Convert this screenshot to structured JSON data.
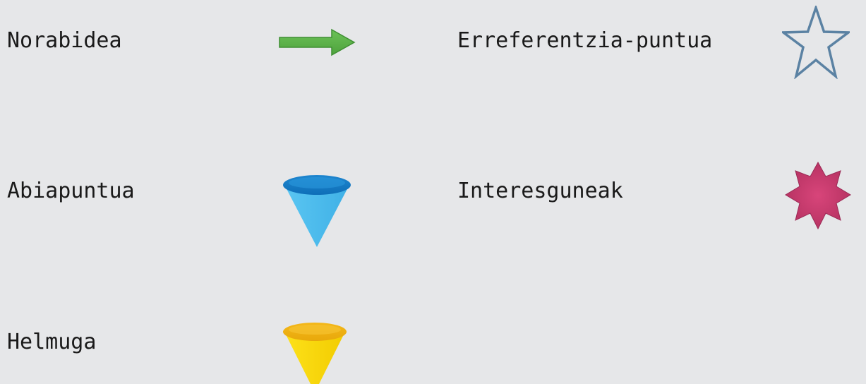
{
  "legend": {
    "direction": {
      "label": "Norabidea",
      "icon": "arrow-right-icon",
      "color": "#5cb24a"
    },
    "reference_point": {
      "label": "Erreferentzia-puntua",
      "icon": "star-outline-icon",
      "color": "#5b82a3"
    },
    "start_point": {
      "label": "Abiapuntua",
      "icon": "cone-icon",
      "color": "#49b8ea"
    },
    "points_of_interest": {
      "label": "Interesguneak",
      "icon": "eight-point-star-icon",
      "color": "#c33a6b"
    },
    "destination": {
      "label": "Helmuga",
      "icon": "cone-icon",
      "color": "#f8d407"
    }
  }
}
